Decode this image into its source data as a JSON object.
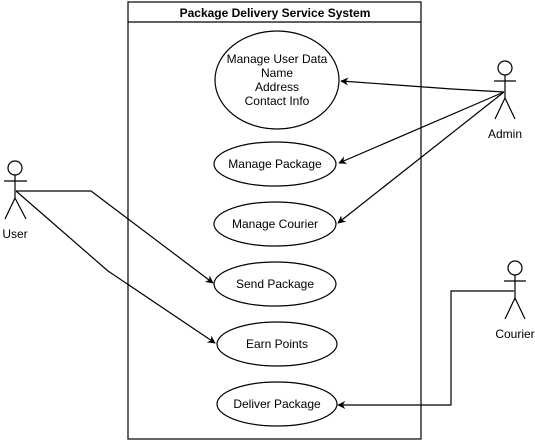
{
  "diagram": {
    "system_title": "Package Delivery Service System",
    "use_cases": {
      "manage_user_data": [
        "Manage User Data",
        "Name",
        "Address",
        "Contact Info"
      ],
      "manage_package": "Manage Package",
      "manage_courier": "Manage Courier",
      "send_package": "Send Package",
      "earn_points": "Earn Points",
      "deliver_package": "Deliver Package"
    },
    "actors": {
      "user": "User",
      "admin": "Admin",
      "courier": "Courier"
    },
    "relations": [
      {
        "from": "admin",
        "to": "manage_user_data"
      },
      {
        "from": "admin",
        "to": "manage_package"
      },
      {
        "from": "admin",
        "to": "manage_courier"
      },
      {
        "from": "user",
        "to": "send_package"
      },
      {
        "from": "user",
        "to": "earn_points"
      },
      {
        "from": "courier",
        "to": "deliver_package"
      }
    ]
  }
}
